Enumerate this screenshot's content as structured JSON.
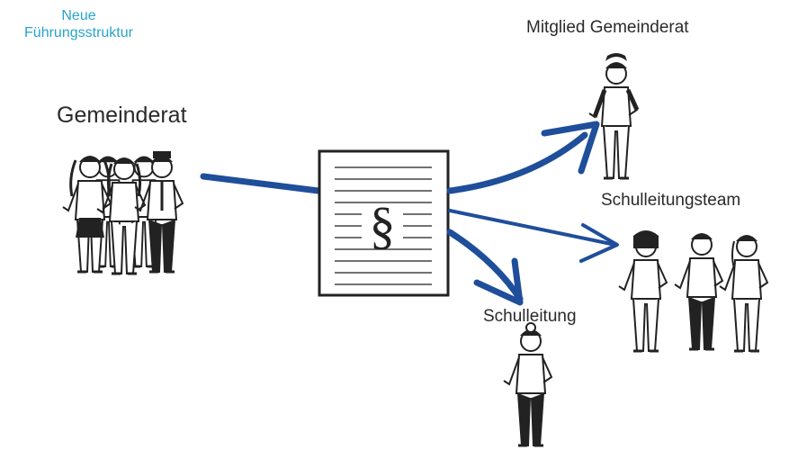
{
  "title": {
    "line1": "Neue",
    "line2": "Führungsstruktur"
  },
  "labels": {
    "gemeinderat": "Gemeinderat",
    "mitglied": "Mitglied Gemeinderat",
    "team": "Schulleitungsteam",
    "schulleitung": "Schulleitung"
  },
  "document": {
    "symbol": "§"
  },
  "colors": {
    "title": "#29a3c9",
    "arrow": "#1f4e9a",
    "ink": "#222222"
  }
}
